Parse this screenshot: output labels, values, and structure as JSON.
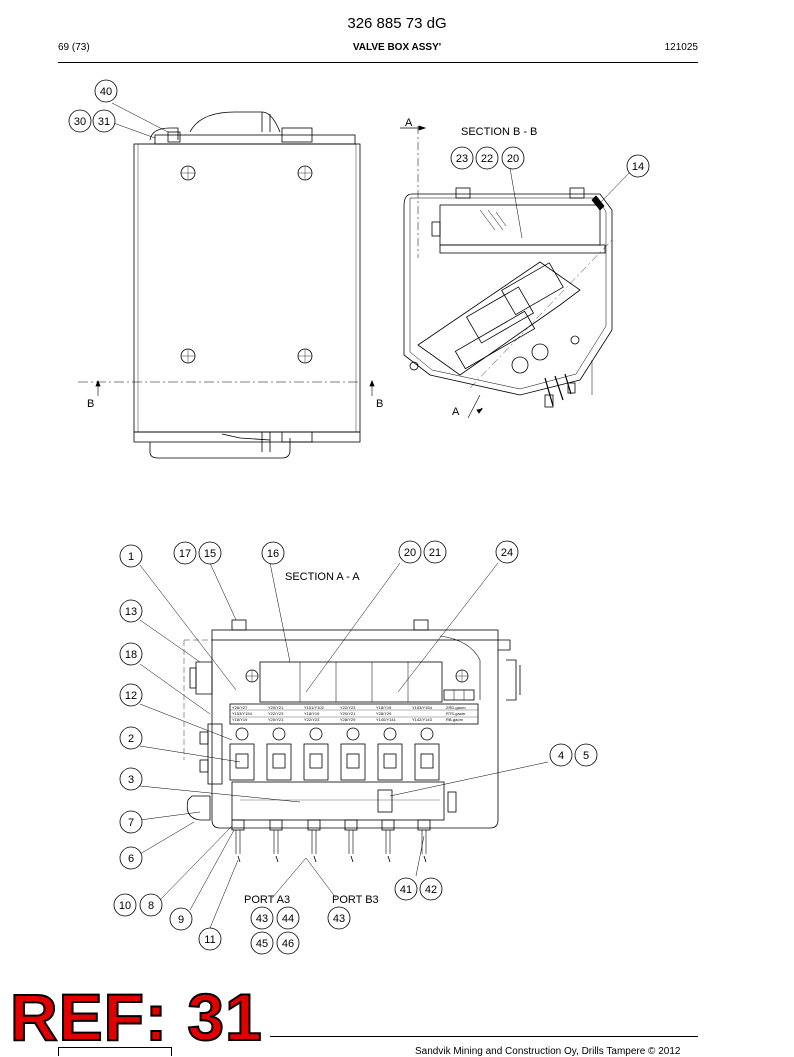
{
  "header": {
    "document_number": "326 885 73 dG",
    "page": "69 (73)",
    "title": "VALVE BOX ASSY'",
    "date": "121025"
  },
  "views": {
    "section_bb": "SECTION B - B",
    "section_aa": "SECTION A - A",
    "marker_a": "A",
    "marker_b": "B"
  },
  "callouts": [
    "40",
    "30",
    "31",
    "23",
    "22",
    "20",
    "14",
    "1",
    "17",
    "15",
    "16",
    "20",
    "21",
    "24",
    "13",
    "18",
    "12",
    "2",
    "3",
    "4",
    "5",
    "7",
    "6",
    "10",
    "8",
    "9",
    "11",
    "41",
    "42",
    "43",
    "44",
    "43",
    "45",
    "46"
  ],
  "ports": {
    "a3": "PORT A3",
    "b3": "PORT B3"
  },
  "label_table": {
    "rows": [
      [
        "Y26/Y27",
        "Y20/Y21",
        "Y101/Y102",
        "Y22/Y23",
        "Y18/Y19",
        "Y153/Y154",
        "ZRD-gaom"
      ],
      [
        "Y153/Y154",
        "Y22/Y23",
        "Y18/Y19",
        "Y20/Y21",
        "Y28/Y29",
        "",
        "RTS-gaom"
      ],
      [
        "Y18/Y19",
        "Y20/Y21",
        "Y22/Y23",
        "Y28/Y29",
        "Y140/Y141",
        "Y142/Y143",
        "RB-gaom"
      ]
    ]
  },
  "stamp": {
    "text": "REF: 31"
  },
  "footer": {
    "copyright": "Sandvik Mining and Construction Oy, Drills Tampere © 2012"
  }
}
